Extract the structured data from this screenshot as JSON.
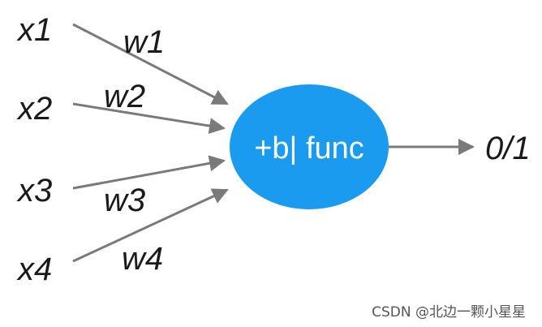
{
  "diagram": {
    "inputs": [
      "x1",
      "x2",
      "x3",
      "x4"
    ],
    "weights": [
      "w1",
      "w2",
      "w3",
      "w4"
    ],
    "node_label": "+b| func",
    "output_label": "0/1",
    "node_color": "#1a9bf0",
    "arrow_color": "#7a7a7a"
  },
  "watermark": "CSDN @北边一颗小星星"
}
